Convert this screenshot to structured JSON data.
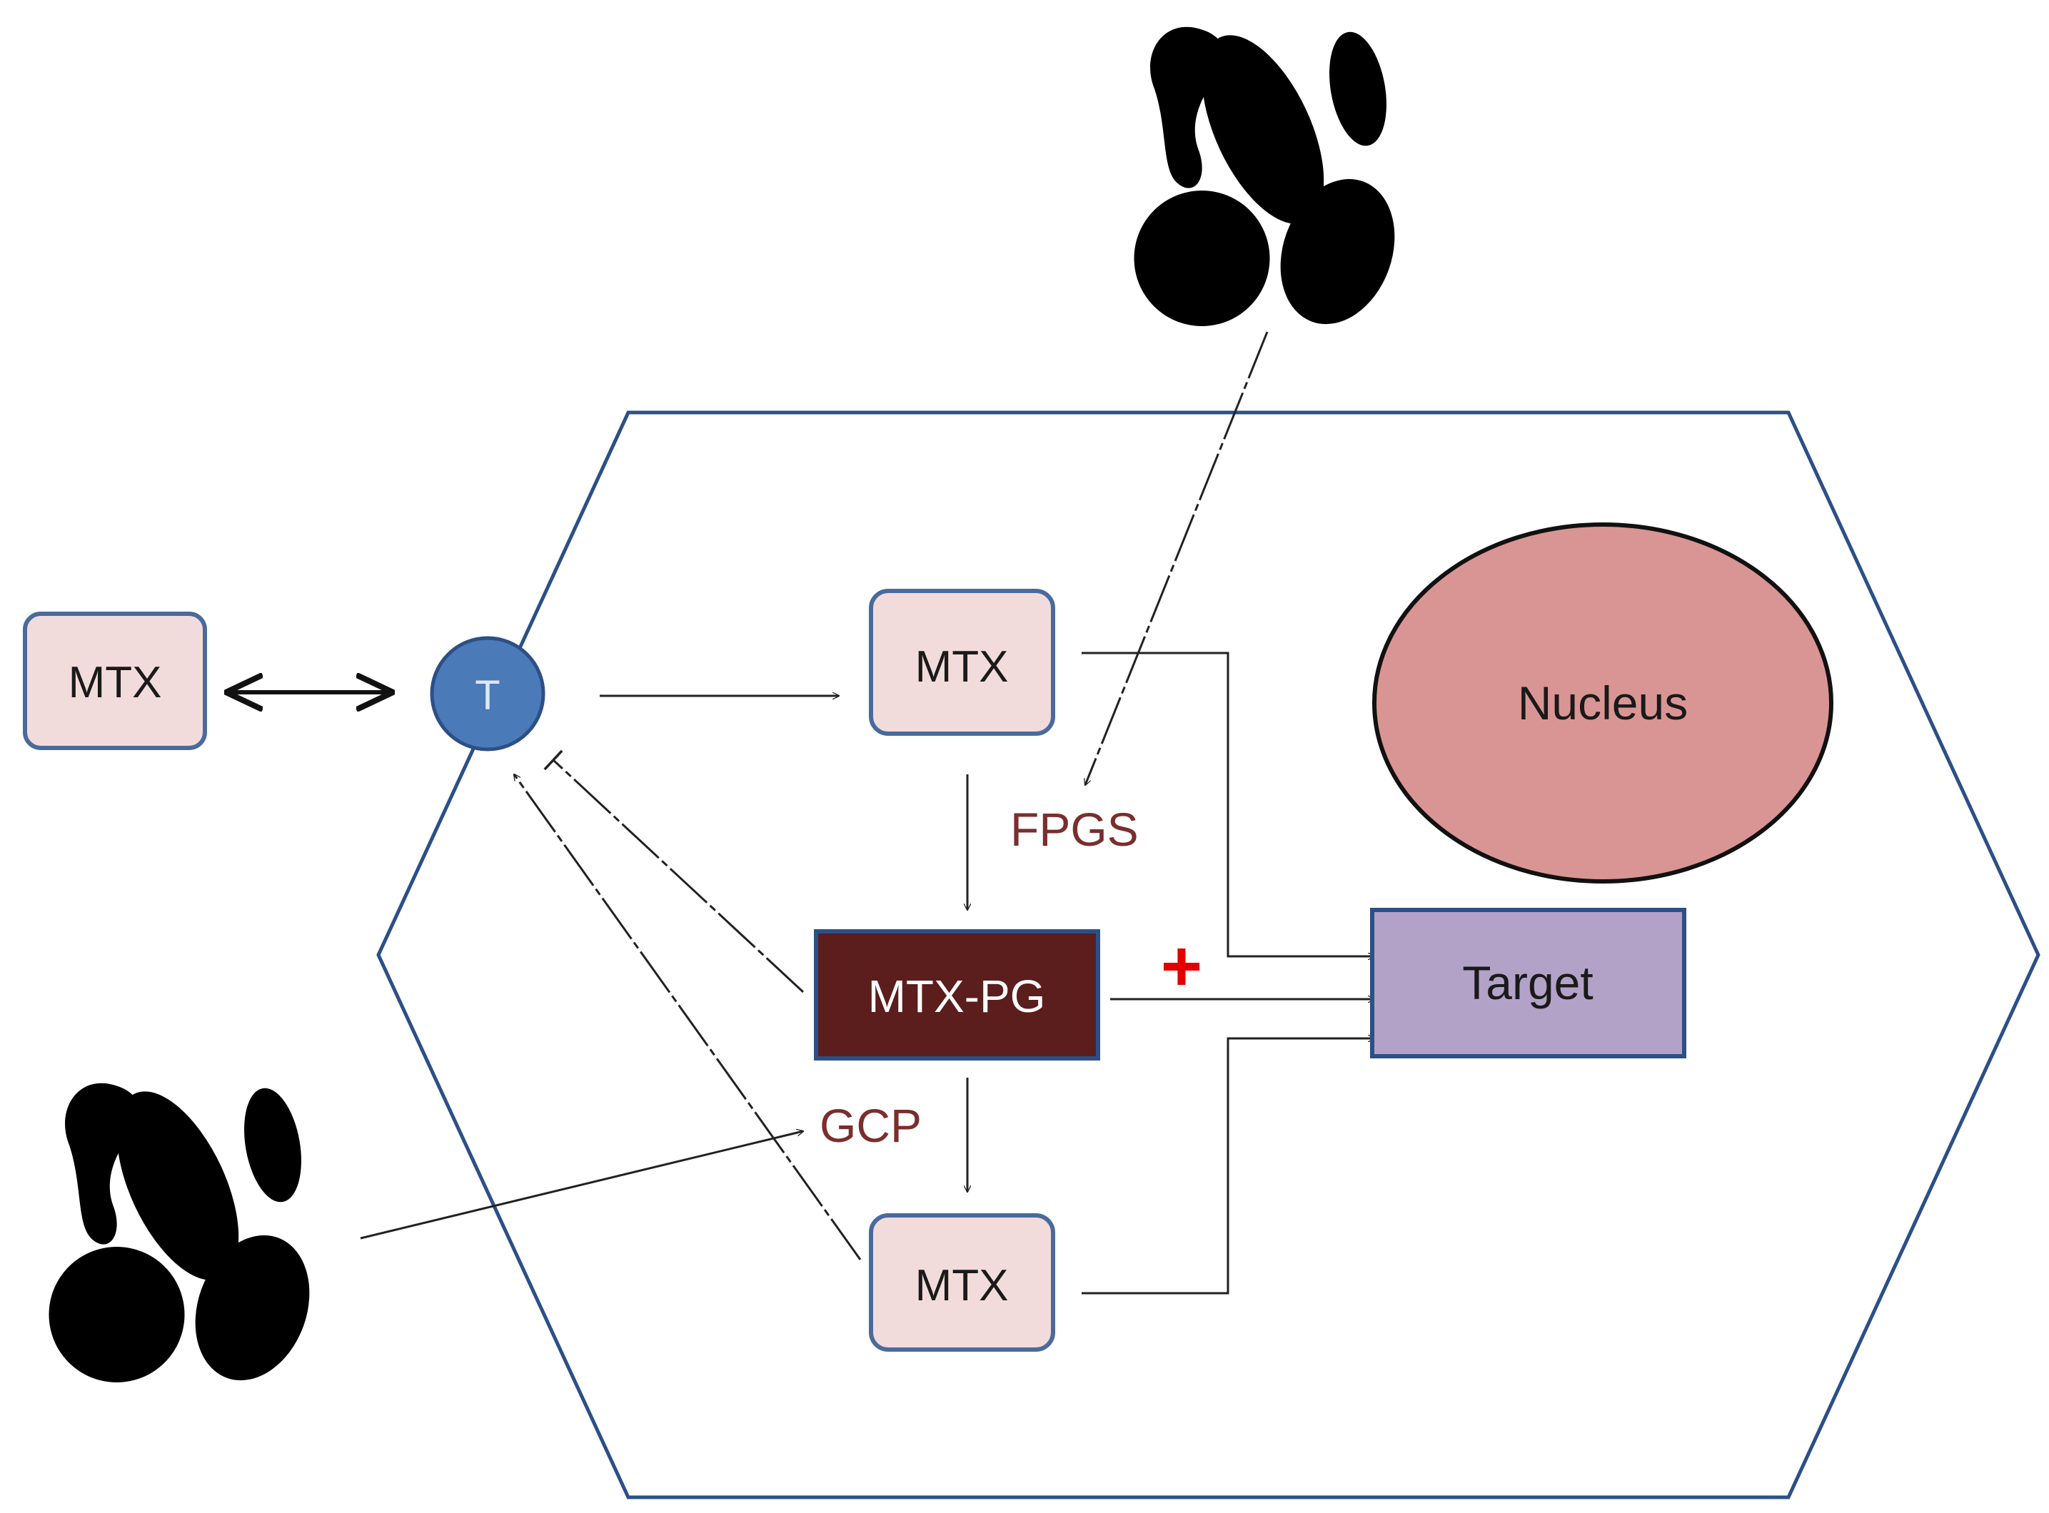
{
  "diagram": {
    "external_mtx": "MTX",
    "transporter": "T",
    "intracellular_mtx": "MTX",
    "polyglutamate": "MTX-PG",
    "deglutamated_mtx": "MTX",
    "nucleus": "Nucleus",
    "target": "Target",
    "enzyme_fpgs": "FPGS",
    "enzyme_gcp": "GCP",
    "plus_sign": "+"
  },
  "colors": {
    "cell_membrane": "#2c4f86",
    "mtx_box_fill": "#f2dcdb",
    "mtx_box_stroke": "#4a6a9c",
    "transporter_fill": "#4a7ab8",
    "polyglutamate_fill": "#5c1d1d",
    "nucleus_fill": "#d99594",
    "target_fill": "#b3a2c7",
    "enzyme_text": "#7a2e2e",
    "plus_sign": "#e00000"
  },
  "icons": [
    "microbe-cluster-icon"
  ]
}
